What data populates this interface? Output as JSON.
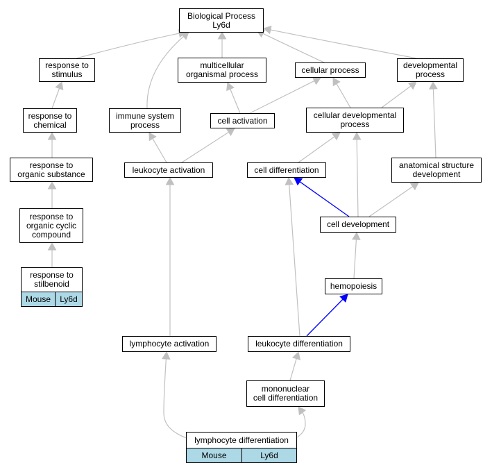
{
  "diagram": {
    "colors": {
      "edge_default": "#c0c0c0",
      "edge_highlight": "#0000ff",
      "tag_fill": "#add8e6"
    },
    "nodes": [
      {
        "id": "bp",
        "label": "Biological Process\nLy6d"
      },
      {
        "id": "rts",
        "label": "response to\nstimulus"
      },
      {
        "id": "mop",
        "label": "multicellular\norganismal process"
      },
      {
        "id": "cp",
        "label": "cellular process"
      },
      {
        "id": "dp",
        "label": "developmental\nprocess"
      },
      {
        "id": "rtc",
        "label": "response to\nchemical"
      },
      {
        "id": "isp",
        "label": "immune system\nprocess"
      },
      {
        "id": "ca",
        "label": "cell activation"
      },
      {
        "id": "cdp",
        "label": "cellular developmental\nprocess"
      },
      {
        "id": "rtos",
        "label": "response to\norganic substance"
      },
      {
        "id": "la",
        "label": "leukocyte activation"
      },
      {
        "id": "cdiff",
        "label": "cell differentiation"
      },
      {
        "id": "asd",
        "label": "anatomical structure\ndevelopment"
      },
      {
        "id": "rtocc",
        "label": "response to\norganic cyclic\ncompound"
      },
      {
        "id": "cdev",
        "label": "cell development"
      },
      {
        "id": "rtst",
        "label": "response to\nstilbenoid"
      },
      {
        "id": "hemo",
        "label": "hemopoiesis"
      },
      {
        "id": "lya",
        "label": "lymphocyte activation"
      },
      {
        "id": "ld",
        "label": "leukocyte differentiation"
      },
      {
        "id": "mcd",
        "label": "mononuclear\ncell differentiation"
      },
      {
        "id": "lyd",
        "label": "lymphocyte differentiation"
      }
    ],
    "tags": [
      {
        "id": "rtst-mouse",
        "label": "Mouse"
      },
      {
        "id": "rtst-gene",
        "label": "Ly6d"
      },
      {
        "id": "lyd-mouse",
        "label": "Mouse"
      },
      {
        "id": "lyd-gene",
        "label": "Ly6d"
      }
    ],
    "edges": [
      {
        "from": "rts",
        "to": "bp",
        "highlight": false
      },
      {
        "from": "mop",
        "to": "bp",
        "highlight": false
      },
      {
        "from": "cp",
        "to": "bp",
        "highlight": false
      },
      {
        "from": "dp",
        "to": "bp",
        "highlight": false
      },
      {
        "from": "isp",
        "to": "bp",
        "highlight": false
      },
      {
        "from": "rtc",
        "to": "rts",
        "highlight": false
      },
      {
        "from": "rtos",
        "to": "rtc",
        "highlight": false
      },
      {
        "from": "rtocc",
        "to": "rtos",
        "highlight": false
      },
      {
        "from": "rtst",
        "to": "rtocc",
        "highlight": false
      },
      {
        "from": "ca",
        "to": "mop",
        "highlight": false
      },
      {
        "from": "ca",
        "to": "cp",
        "highlight": false
      },
      {
        "from": "cdp",
        "to": "cp",
        "highlight": false
      },
      {
        "from": "cdp",
        "to": "dp",
        "highlight": false
      },
      {
        "from": "asd",
        "to": "dp",
        "highlight": false
      },
      {
        "from": "la",
        "to": "isp",
        "highlight": false
      },
      {
        "from": "la",
        "to": "ca",
        "highlight": false
      },
      {
        "from": "cdiff",
        "to": "cdp",
        "highlight": false
      },
      {
        "from": "cdev",
        "to": "cdiff",
        "highlight": true
      },
      {
        "from": "cdev",
        "to": "cdp",
        "highlight": false
      },
      {
        "from": "cdev",
        "to": "asd",
        "highlight": false
      },
      {
        "from": "hemo",
        "to": "cdev",
        "highlight": false
      },
      {
        "from": "ld",
        "to": "hemo",
        "highlight": true
      },
      {
        "from": "ld",
        "to": "cdiff",
        "highlight": false
      },
      {
        "from": "lya",
        "to": "la",
        "highlight": false
      },
      {
        "from": "mcd",
        "to": "ld",
        "highlight": false
      },
      {
        "from": "lyd",
        "to": "lya",
        "highlight": false
      },
      {
        "from": "lyd",
        "to": "mcd",
        "highlight": false
      }
    ]
  }
}
